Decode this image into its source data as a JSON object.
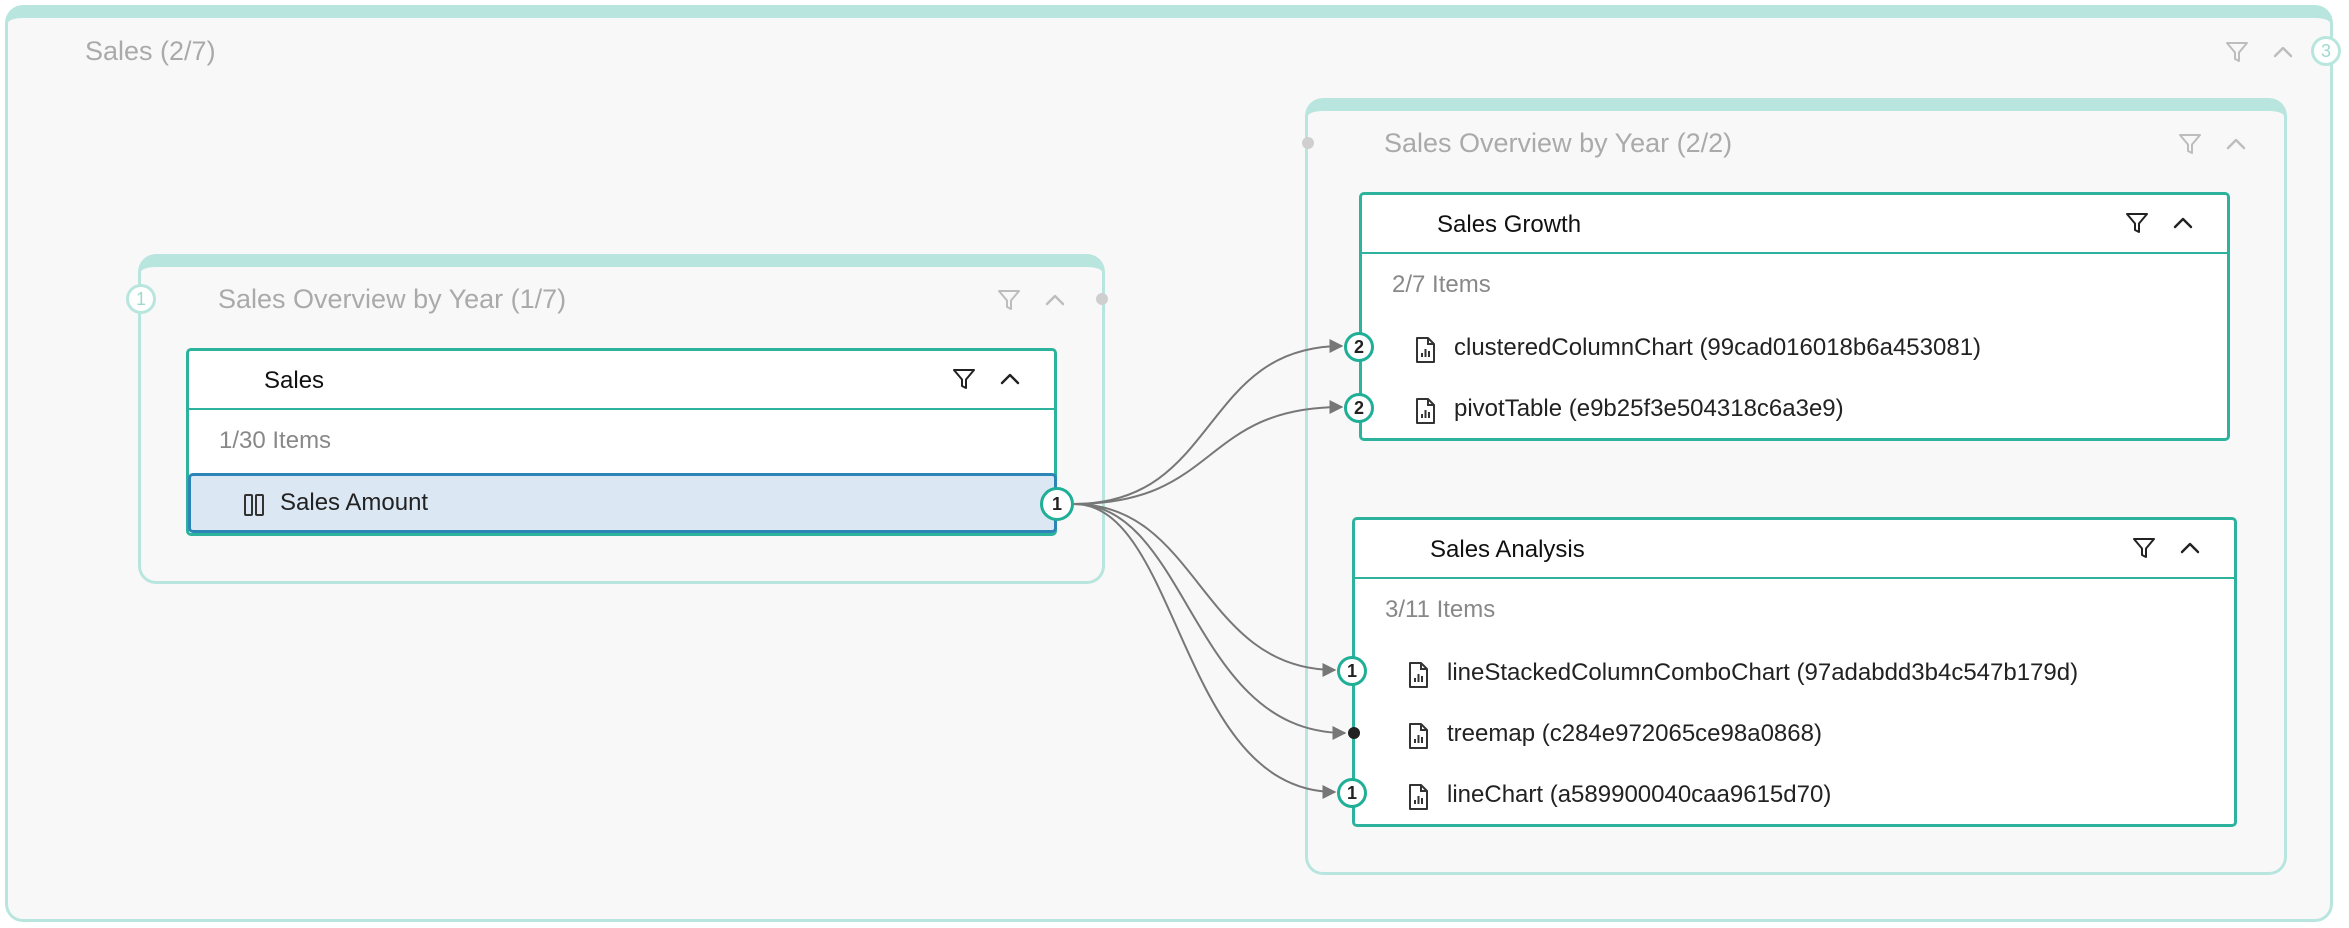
{
  "outer_group": {
    "title": "Sales (2/7)",
    "badge": "3"
  },
  "left_group": {
    "title": "Sales Overview by Year (1/7)",
    "badge": "1"
  },
  "right_group": {
    "title": "Sales Overview by Year (2/2)"
  },
  "sales_card": {
    "title": "Sales",
    "count": "1/30 Items",
    "items": [
      {
        "label": "Sales Amount",
        "badge": "1",
        "icon": "column-icon"
      }
    ]
  },
  "growth_card": {
    "title": "Sales Growth",
    "count": "2/7 Items",
    "items": [
      {
        "label": "clusteredColumnChart (99cad016018b6a453081)",
        "badge": "2",
        "icon": "report-visual-icon"
      },
      {
        "label": "pivotTable (e9b25f3e504318c6a3e9)",
        "badge": "2",
        "icon": "report-visual-icon"
      }
    ]
  },
  "analysis_card": {
    "title": "Sales Analysis",
    "count": "3/11 Items",
    "items": [
      {
        "label": "lineStackedColumnComboChart (97adabdd3b4c547b179d)",
        "badge": "1",
        "icon": "report-visual-icon"
      },
      {
        "label": "treemap (c284e972065ce98a0868)",
        "badge": "",
        "icon": "report-visual-icon"
      },
      {
        "label": "lineChart (a589900040caa9615d70)",
        "badge": "1",
        "icon": "report-visual-icon"
      }
    ]
  },
  "colors": {
    "accent": "#2db39d",
    "group_border": "#b8e6de",
    "selected_bg": "#dbe7f3",
    "selected_border": "#2b86b7",
    "link": "#777777"
  }
}
